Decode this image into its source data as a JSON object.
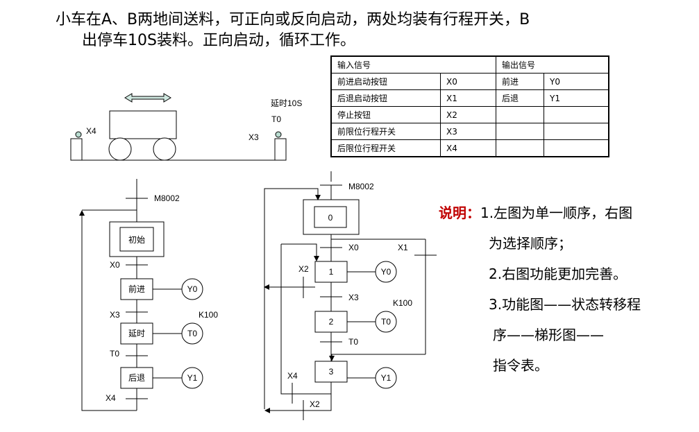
{
  "title": {
    "line1": "小车在A、B两地间送料，可正向或反向启动，两处均装有行程开关，B",
    "line2": "出停车10S装料。正向启动，循环工作。"
  },
  "io_table": {
    "input_header": "输入信号",
    "output_header": "输出信号",
    "rows": [
      {
        "in_name": "前进启动按钮",
        "in_addr": "X0",
        "out_name": "前进",
        "out_addr": "Y0"
      },
      {
        "in_name": "后退启动按钮",
        "in_addr": "X1",
        "out_name": "后退",
        "out_addr": "Y1"
      },
      {
        "in_name": "停止按钮",
        "in_addr": "X2",
        "out_name": "",
        "out_addr": ""
      },
      {
        "in_name": "前限位行程开关",
        "in_addr": "X3",
        "out_name": "",
        "out_addr": ""
      },
      {
        "in_name": "后限位行程开关",
        "in_addr": "X4",
        "out_name": "",
        "out_addr": ""
      }
    ]
  },
  "cart": {
    "left_switch": "X4",
    "right_switch": "X3",
    "delay": "延时10S",
    "timer": "T0"
  },
  "left_chart": {
    "init_signal": "M8002",
    "steps": [
      "初始",
      "前进",
      "延时",
      "后退"
    ],
    "transitions": [
      "X0",
      "X3",
      "T0",
      "X4"
    ],
    "outputs": [
      "Y0",
      "T0",
      "Y1"
    ],
    "timer_const": "K100"
  },
  "right_chart": {
    "init_signal": "M8002",
    "steps": [
      "0",
      "1",
      "2",
      "3"
    ],
    "t_x0": "X0",
    "t_x1": "X1",
    "t_x2_top": "X2",
    "t_x3": "X3",
    "t_t0": "T0",
    "t_x4": "X4",
    "t_x2_bottom": "X2",
    "outputs": [
      "Y0",
      "T0",
      "Y1"
    ],
    "timer_const": "K100"
  },
  "notes": {
    "heading": "说明：",
    "l1": "1.左图为单一顺序，右图",
    "l1b": "为选择顺序；",
    "l2": "2.右图功能更加完善。",
    "l3": "3.功能图——状态转移程",
    "l3b": "序——梯形图——",
    "l3c": "指令表。"
  }
}
